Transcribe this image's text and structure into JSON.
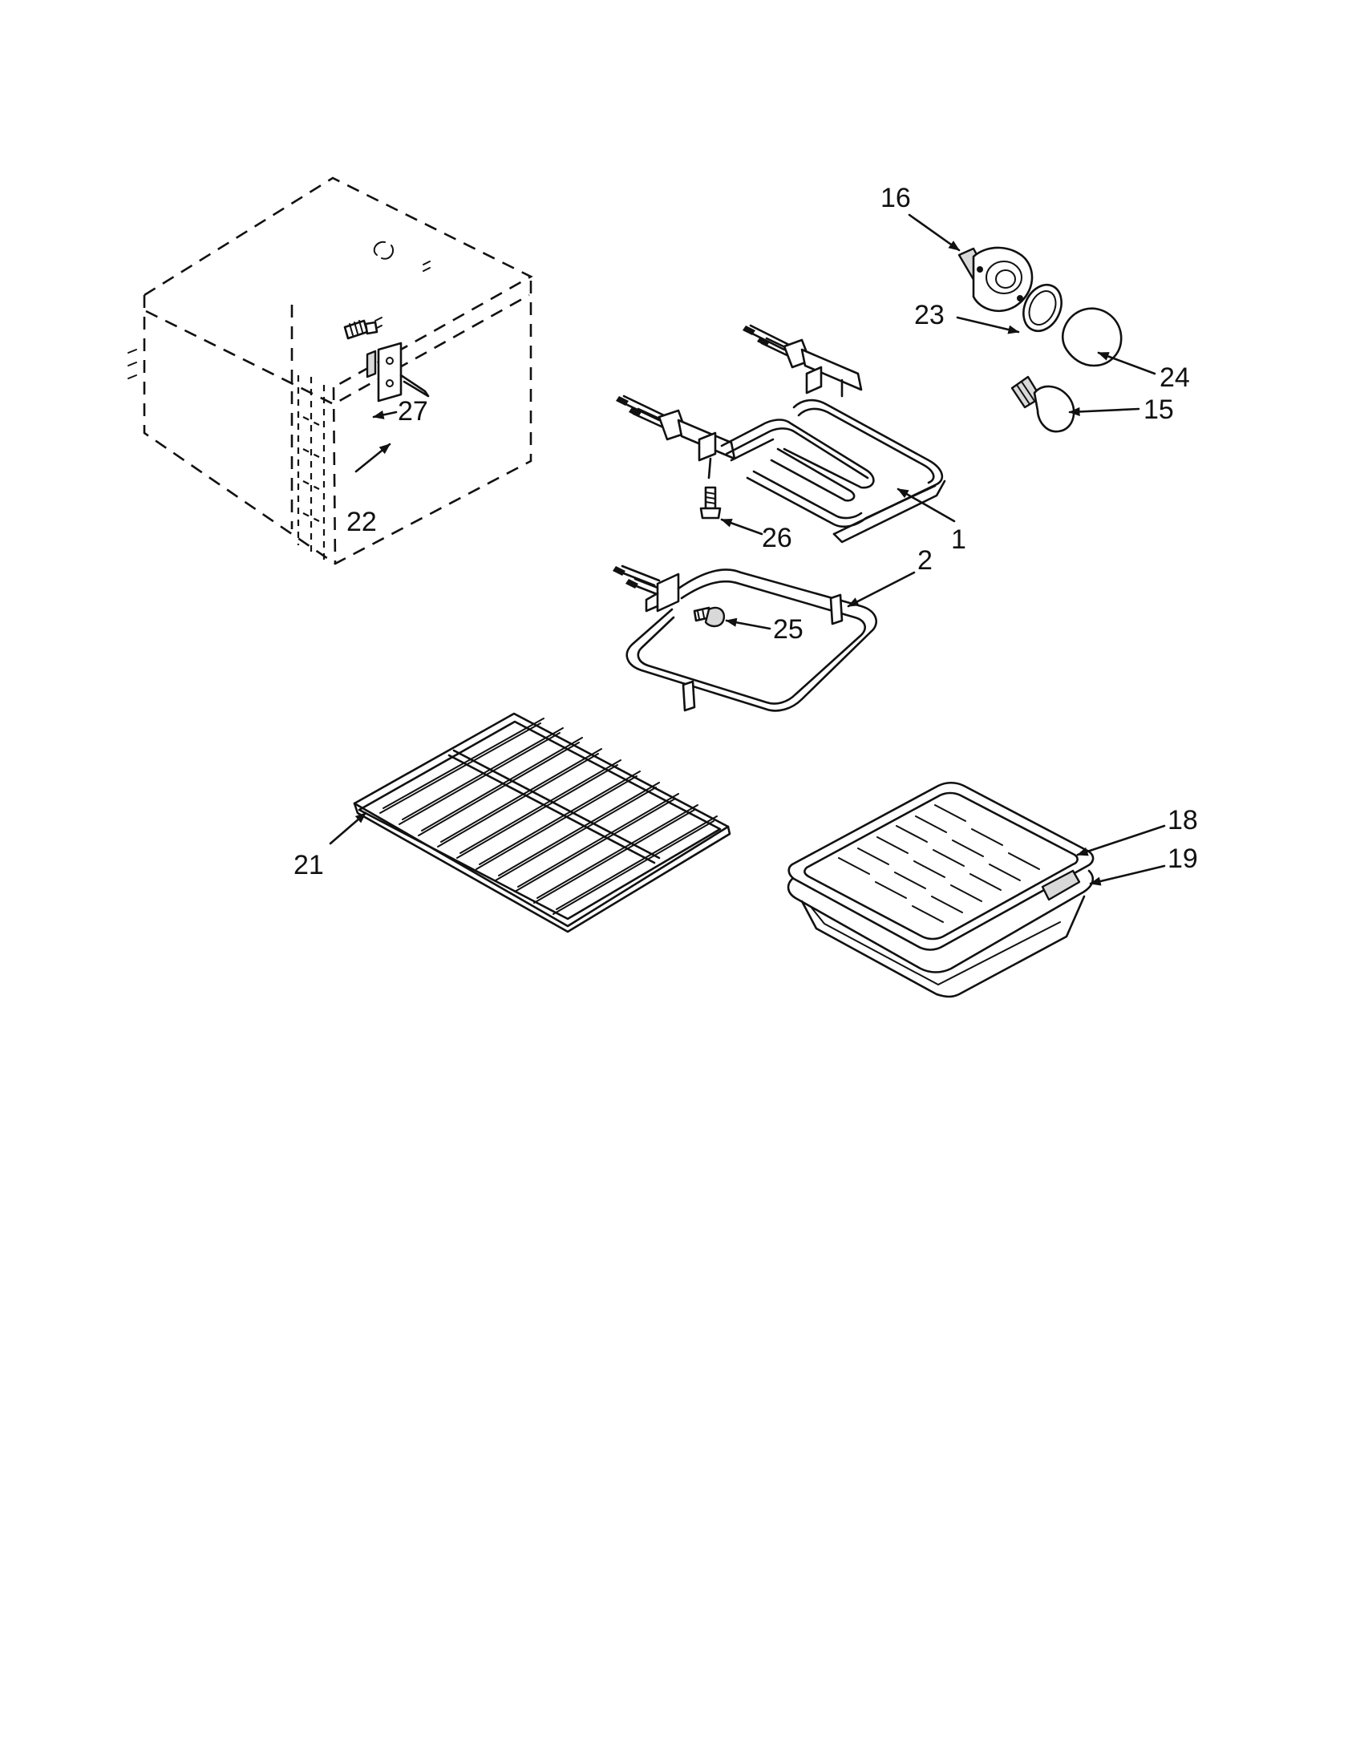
{
  "callouts": {
    "c1": "1",
    "c2": "2",
    "c15": "15",
    "c16": "16",
    "c18": "18",
    "c19": "19",
    "c21": "21",
    "c22": "22",
    "c23": "23",
    "c24": "24",
    "c25": "25",
    "c26": "26",
    "c27": "27"
  }
}
